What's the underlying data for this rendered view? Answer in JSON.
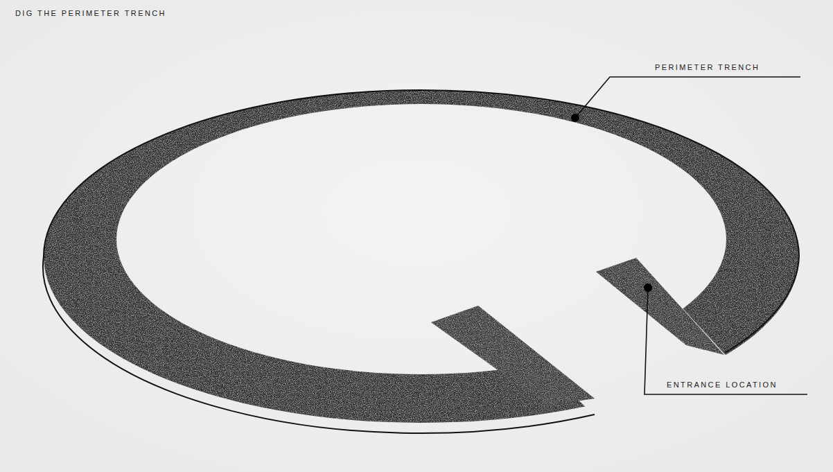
{
  "diagram": {
    "title": "DIG THE PERIMETER TRENCH",
    "labels": [
      "PERIMETER TRENCH",
      "ENTRANCE LOCATION"
    ]
  }
}
